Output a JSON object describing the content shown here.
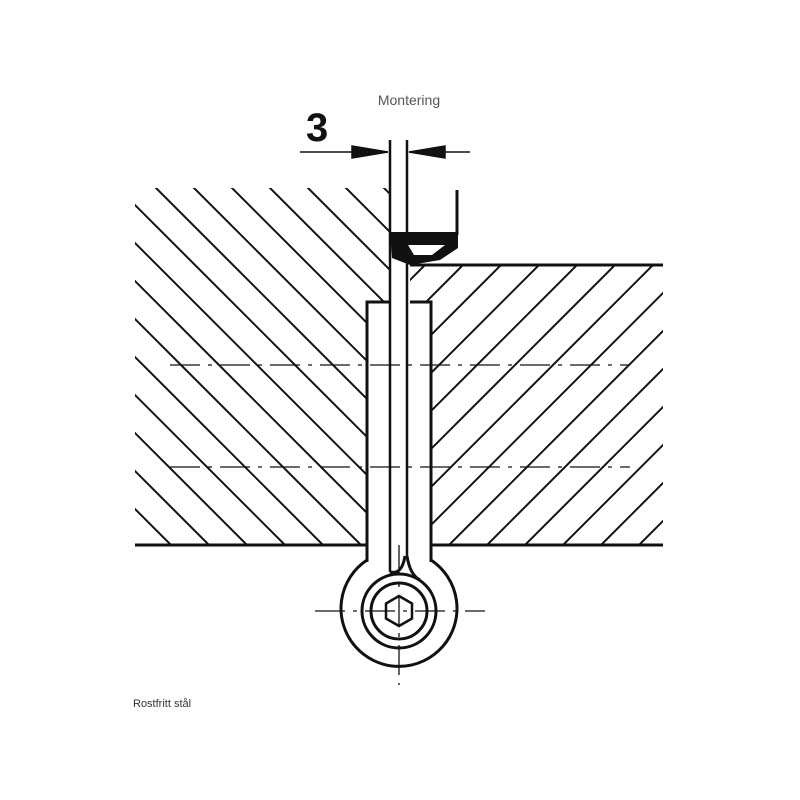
{
  "title": "Montering",
  "dimension_value": "3",
  "material": "Rostfritt stål",
  "colors": {
    "line": "#111111",
    "text": "#555555"
  }
}
